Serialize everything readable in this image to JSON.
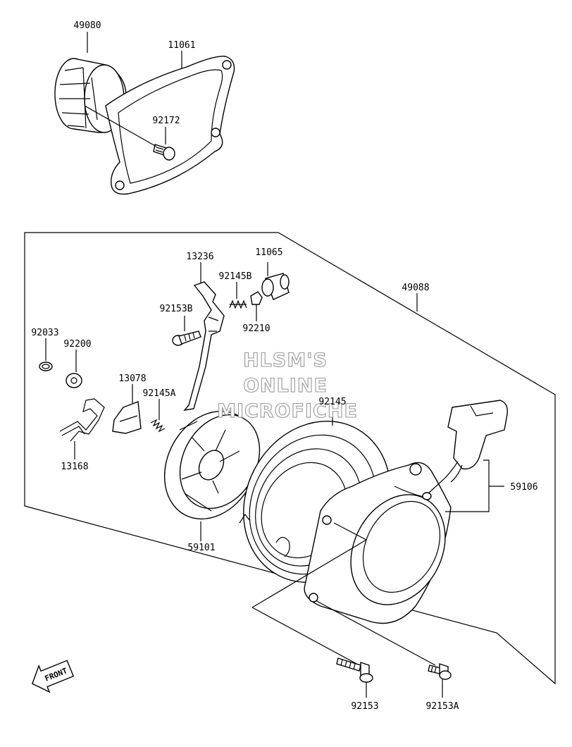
{
  "parts": {
    "p49080": "49080",
    "p11061": "11061",
    "p92172": "92172",
    "p13236": "13236",
    "p11065": "11065",
    "p92145B": "92145B",
    "p92153B": "92153B",
    "p92210": "92210",
    "p49088": "49088",
    "p92033": "92033",
    "p92200": "92200",
    "p13078": "13078",
    "p92145A": "92145A",
    "p92145": "92145",
    "p13168": "13168",
    "p59101": "59101",
    "p59106": "59106",
    "p92153": "92153",
    "p92153A": "92153A"
  },
  "watermark": {
    "line1": "HLSM'S",
    "line2": "ONLINE",
    "line3": "MICROFICHE"
  },
  "front_label": "FRONT"
}
